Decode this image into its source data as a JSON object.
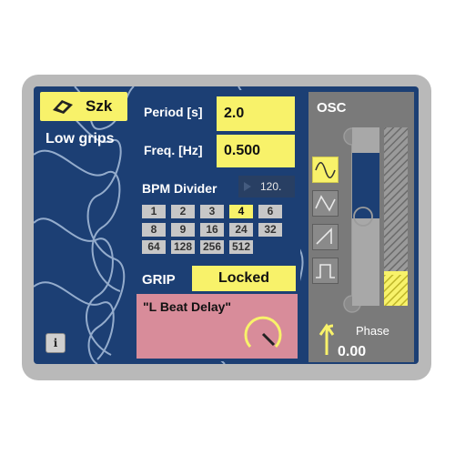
{
  "colors": {
    "panel": "#1c3f74",
    "accent_yellow": "#f8f26a",
    "delay_pink": "#d88c9a",
    "osc_gray": "#7a7a7a",
    "device_gray": "#b9b9b9"
  },
  "left": {
    "logo_icon": "szk-logo-icon",
    "brand_label": "Szk",
    "mode_title": "Low grips",
    "info_label": "i"
  },
  "params": {
    "period_label": "Period [s]",
    "period_value": "2.0",
    "freq_label": "Freq. [Hz]",
    "freq_value": "0.500",
    "bpm_label": "BPM Divider",
    "bpm_value": "120."
  },
  "dividers": {
    "values": [
      "1",
      "2",
      "3",
      "4",
      "6",
      "8",
      "9",
      "16",
      "24",
      "32",
      "64",
      "128",
      "256",
      "512"
    ],
    "selected": "4"
  },
  "grip": {
    "label": "GRIP",
    "value": "Locked"
  },
  "delay": {
    "name": "\"L Beat Delay\"",
    "knob_icon": "knob-icon"
  },
  "osc": {
    "title": "OSC",
    "shapes": [
      "sine-wave-icon",
      "triangle-wave-icon",
      "saw-wave-icon",
      "square-wave-icon"
    ],
    "selected_shape": "sine-wave-icon",
    "phase_label": "Phase",
    "phase_value": "0.00"
  }
}
